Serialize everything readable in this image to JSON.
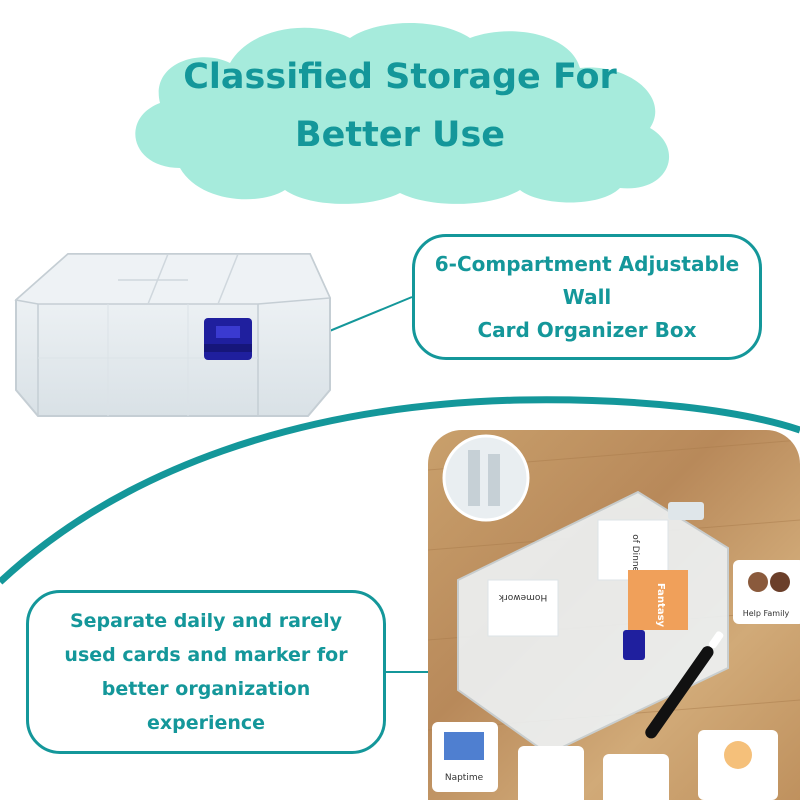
{
  "headline": {
    "line1": "Classified Storage For",
    "line2": "Better Use"
  },
  "callout_top": {
    "line1": "6-Compartment Adjustable",
    "line2": "Wall",
    "line3": "Card Organizer Box"
  },
  "callout_bottom": {
    "line1": "Separate daily and rarely",
    "line2": "used cards and marker for",
    "line3": "better organization",
    "line4": "experience"
  },
  "photo_cards": {
    "help_family": "Help Family",
    "naptime": "Naptime",
    "fantasy": "Fantasy",
    "dinner": "of Dinner",
    "homework": "Homework"
  },
  "colors": {
    "accent": "#14979a",
    "cloud": "#a6ebdc",
    "latch": "#1f1f9e"
  }
}
